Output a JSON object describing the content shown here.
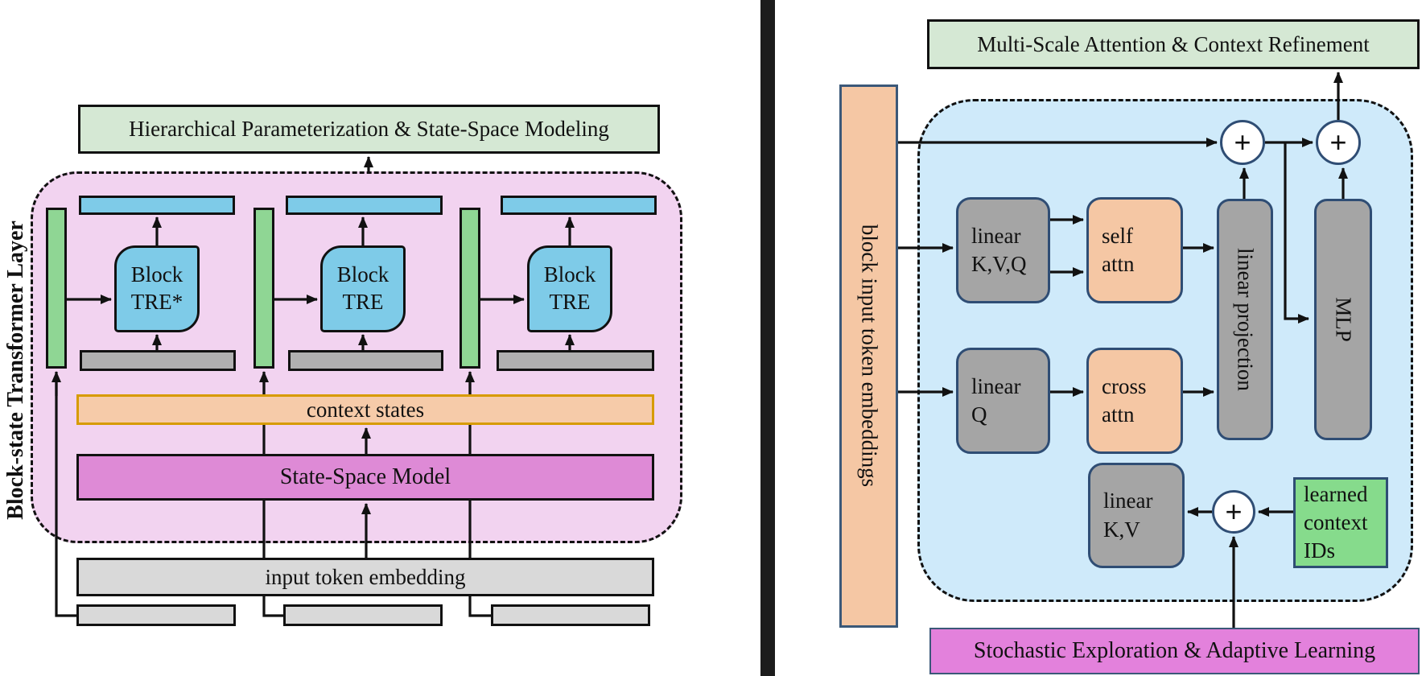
{
  "left_panel": {
    "side_label": "Block-state Transformer Layer",
    "title": "Hierarchical Parameterization & State-Space Modeling",
    "tre_blocks": [
      {
        "line1": "Block",
        "line2": "TRE*"
      },
      {
        "line1": "Block",
        "line2": "TRE"
      },
      {
        "line1": "Block",
        "line2": "TRE"
      }
    ],
    "context_bar_label": "context states",
    "ssm_bar_label": "State-Space Model",
    "input_bar_label": "input token embedding"
  },
  "right_panel": {
    "title": "Multi-Scale Attention & Context Refinement",
    "input_bar_label": "block input token embeddings",
    "linear_kvq": {
      "line1": "linear",
      "line2": "K,V,Q"
    },
    "self_attn": {
      "line1": "self",
      "line2": "attn"
    },
    "linear_q": {
      "line1": "linear",
      "line2": "Q"
    },
    "cross_attn": {
      "line1": "cross",
      "line2": "attn"
    },
    "linear_kv": {
      "line1": "linear",
      "line2": "K,V"
    },
    "linear_projection_label": "linear projection",
    "mlp_label": "MLP",
    "learned_ids": {
      "line1": "learned",
      "line2": "context",
      "line3": "IDs"
    },
    "bottom_bar_label": "Stochastic Exploration & Adaptive Learning",
    "plus_symbol": "+"
  },
  "colors": {
    "light_green": "#d5e8d4",
    "pink_fill": "#f2d3f0",
    "green_bar": "#8fd694",
    "sky_blue": "#7ecbe8",
    "gray_bar": "#b0b0b0",
    "context_peach": "#f6cba9",
    "context_border": "#d79b00",
    "orchid": "#de8ad6",
    "light_gray": "#d9d9d9",
    "right_gray": "#a5a5a5",
    "right_peach": "#f5c7a4",
    "light_blue_fill": "#cfeafa",
    "ids_green": "#86db8c",
    "magenta": "#e381dc",
    "navy_border": "#3b5878",
    "navy_border2": "#2f4d74"
  }
}
